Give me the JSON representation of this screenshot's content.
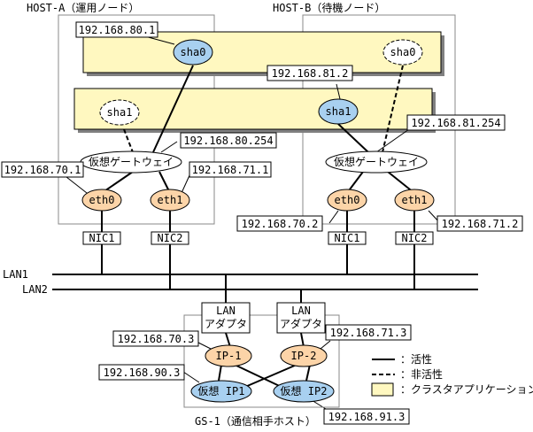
{
  "colors": {
    "cluster_app_fill": "#fff8c0",
    "nic_fill": "#fcd4a8",
    "ip_fill": "#a8d0f0",
    "line": "#000000",
    "host_frame": "#888888"
  },
  "hosts": {
    "a": {
      "label": "HOST-A（運用ノード）"
    },
    "b": {
      "label": "HOST-B（待機ノード）"
    }
  },
  "gateway": {
    "label": "仮想ゲートウェイ"
  },
  "ifaces": {
    "sha0": "sha0",
    "sha1": "sha1",
    "eth0": "eth0",
    "eth1": "eth1"
  },
  "nics": {
    "nic1": "NIC1",
    "nic2": "NIC2"
  },
  "lans": {
    "lan1": "LAN1",
    "lan2": "LAN2"
  },
  "adapter": {
    "line1": "LAN",
    "line2": "アダプタ"
  },
  "gs": {
    "label": "GS-1（通信相手ホスト）",
    "ip1": "IP-1",
    "ip2": "IP-2",
    "vip1": "仮想 IP1",
    "vip2": "仮想 IP2"
  },
  "addresses": {
    "a_sha0": "192.168.80.1",
    "a_gw": "192.168.80.254",
    "a_eth0": "192.168.70.1",
    "a_eth1": "192.168.71.1",
    "b_sha1": "192.168.81.2",
    "b_gw": "192.168.81.254",
    "b_eth0": "192.168.70.2",
    "b_eth1": "192.168.71.2",
    "gs_ip1": "192.168.70.3",
    "gs_ip2": "192.168.71.3",
    "gs_vip1": "192.168.90.3",
    "gs_vip2": "192.168.91.3"
  },
  "legend": {
    "active": "：活性",
    "inactive": "：非活性",
    "cluster_app": "：クラスタアプリケーション"
  }
}
